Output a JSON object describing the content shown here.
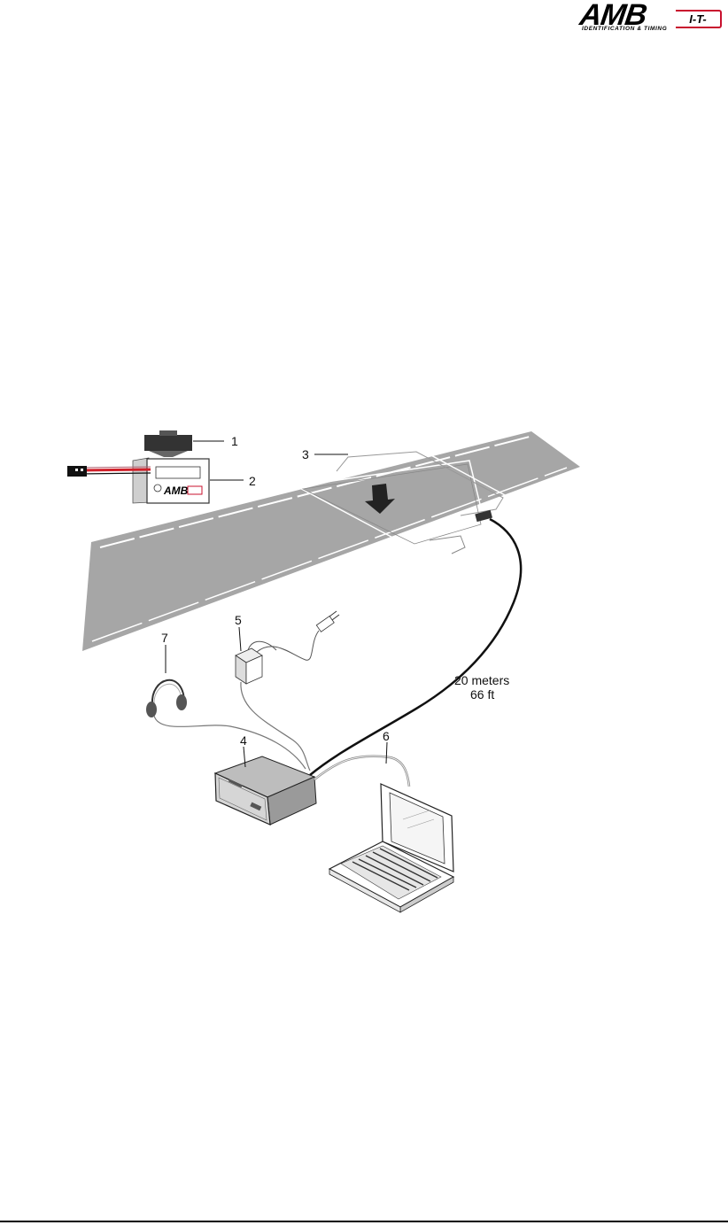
{
  "logo": {
    "main": "AMB",
    "box": "I-T-",
    "tagline": "IDENTIFICATION & TIMING"
  },
  "callouts": {
    "one": "1",
    "two": "2",
    "three": "3",
    "four": "4",
    "five": "5",
    "six": "6",
    "seven": "7"
  },
  "cable_length": {
    "meters": "20 meters",
    "feet": "66 ft"
  },
  "transponder_logo": "AMB",
  "colors": {
    "road": "#a6a6a6",
    "wire_red": "#d0202a",
    "brand_red": "#c8102e"
  }
}
